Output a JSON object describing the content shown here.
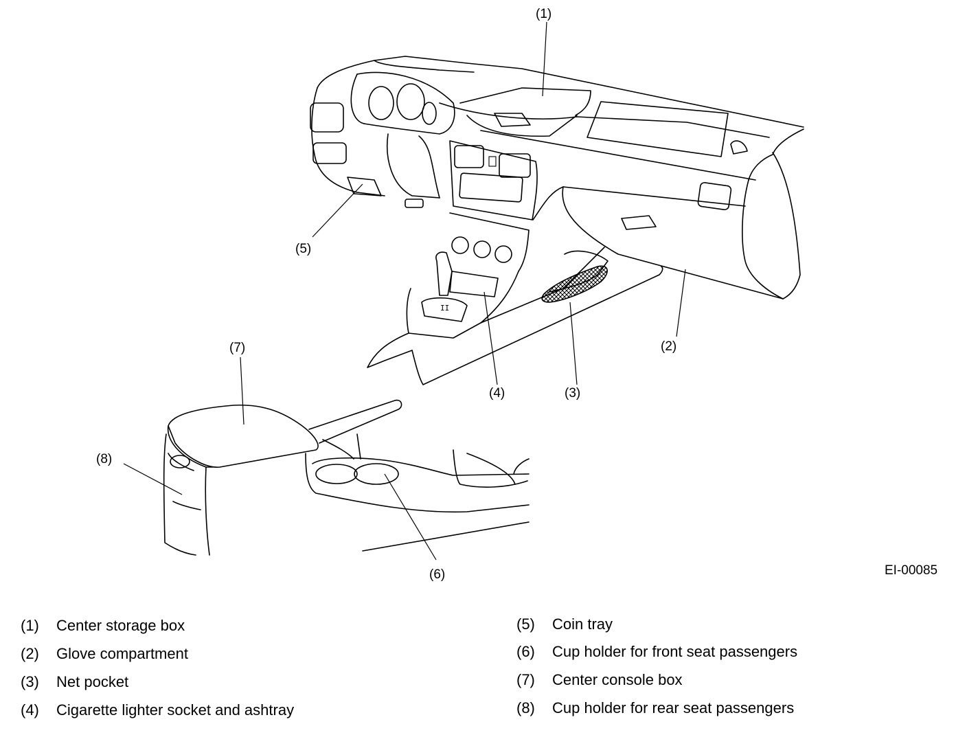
{
  "figure_id": "EI-00085",
  "callouts": [
    "(1)",
    "(2)",
    "(3)",
    "(4)",
    "(5)",
    "(6)",
    "(7)",
    "(8)"
  ],
  "legend": [
    {
      "num": "(1)",
      "text": "Center storage box"
    },
    {
      "num": "(2)",
      "text": "Glove compartment"
    },
    {
      "num": "(3)",
      "text": "Net pocket"
    },
    {
      "num": "(4)",
      "text": "Cigarette lighter socket and ashtray"
    },
    {
      "num": "(5)",
      "text": "Coin tray"
    },
    {
      "num": "(6)",
      "text": "Cup holder for front seat passengers"
    },
    {
      "num": "(7)",
      "text": "Center console box"
    },
    {
      "num": "(8)",
      "text": "Cup holder for rear seat passengers"
    }
  ]
}
